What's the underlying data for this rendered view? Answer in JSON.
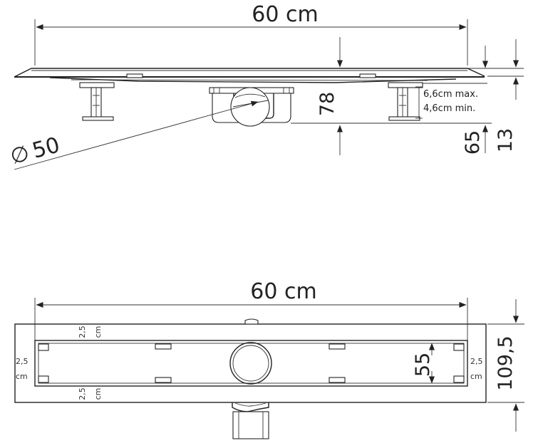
{
  "side_view": {
    "width_label": "60 cm",
    "diameter_symbol": "∅",
    "diameter_value": "50",
    "height_78": "78",
    "height_65": "65",
    "height_13": "13",
    "adjust_max": "6,6cm max.",
    "adjust_min": "4,6cm min."
  },
  "top_view": {
    "width_label": "60 cm",
    "margin_label_value": "2,5",
    "margin_label_unit": "cm",
    "inner_width": "55",
    "outer_width": "109,5"
  }
}
